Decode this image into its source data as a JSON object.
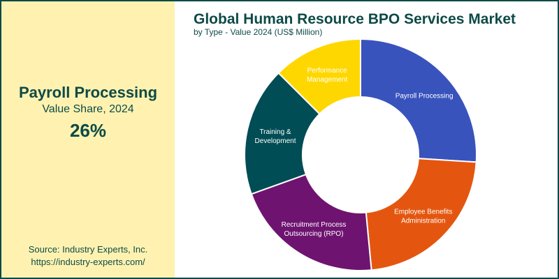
{
  "highlight": {
    "title": "Payroll Processing",
    "subtitle": "Value Share, 2024",
    "value": "26%"
  },
  "source": {
    "line1": "Source: Industry Experts, Inc.",
    "line2": "https://industry-experts.com/"
  },
  "chart_data": {
    "type": "pie",
    "donut": true,
    "title": "Global Human Resource BPO Services Market",
    "subtitle": "by Type - Value 2024 (US$ Million)",
    "slices": [
      {
        "label": [
          "Payroll Processing"
        ],
        "share": 26,
        "color": "#3953bc"
      },
      {
        "label": [
          "Employee Benefits",
          "Administration"
        ],
        "share": 22.5,
        "color": "#e4560f"
      },
      {
        "label": [
          "Recruitment Process",
          "Outsourcing (RPO)"
        ],
        "share": 21,
        "color": "#6e1470"
      },
      {
        "label": [
          "Training &",
          "Development"
        ],
        "share": 18,
        "color": "#014d55"
      },
      {
        "label": [
          "Performance",
          "Management"
        ],
        "share": 12.5,
        "color": "#ffd700"
      }
    ]
  }
}
